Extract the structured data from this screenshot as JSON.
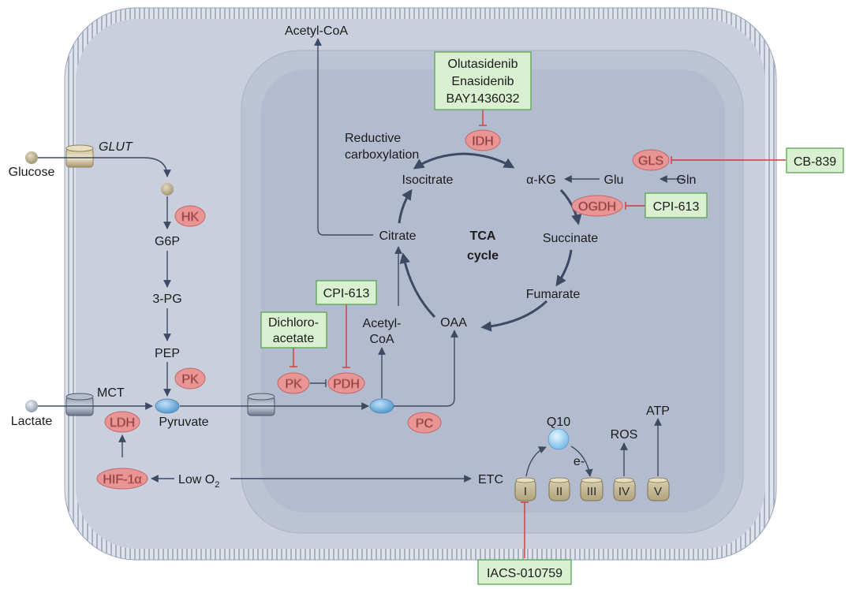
{
  "labels": {
    "glucose": "Glucose",
    "glut": "GLUT",
    "lactate": "Lactate",
    "mct": "MCT",
    "g6p": "G6P",
    "pg3": "3-PG",
    "pep": "PEP",
    "pyruvate": "Pyruvate",
    "low_o2_main": "Low O",
    "low_o2_sub": "2",
    "etc": "ETC",
    "acetyl_coa_top": "Acetyl-CoA",
    "acetyl_coa_l1": "Acetyl-",
    "acetyl_coa_l2": "CoA",
    "reductive_l1": "Reductive",
    "reductive_l2": "carboxylation",
    "isocitrate": "Isocitrate",
    "akg": "α-KG",
    "glu": "Glu",
    "gln": "Gln",
    "citrate": "Citrate",
    "tca_l1": "TCA",
    "tca_l2": "cycle",
    "succinate": "Succinate",
    "fumarate": "Fumarate",
    "oaa": "OAA",
    "q10": "Q10",
    "e_minus": "e-",
    "ros": "ROS",
    "atp": "ATP"
  },
  "enzymes": {
    "hk": "HK",
    "pk_glyc": "PK",
    "ldh": "LDH",
    "hif": "HIF-1α",
    "idh": "IDH",
    "gls": "GLS",
    "ogdh": "OGDH",
    "pk": "PK",
    "pdh": "PDH",
    "pc": "PC"
  },
  "inhibitors": {
    "idh_l1": "Olutasidenib",
    "idh_l2": "Enasidenib",
    "idh_l3": "BAY1436032",
    "gls": "CB-839",
    "ogdh": "CPI-613",
    "pdh": "CPI-613",
    "pk_l1": "Dichloro-",
    "pk_l2": "acetate",
    "complex1": "IACS-010759"
  },
  "complexes": [
    "I",
    "II",
    "III",
    "IV",
    "V"
  ],
  "colors": {
    "cell_fill": "#c9cfdd",
    "membrane": "#a3adc2",
    "mito_fill": "#b9c0d2",
    "enzyme_fill": "#e99595",
    "drug_fill": "#d9f0d1",
    "drug_border": "#5aa356",
    "inhibition": "#d23a3a",
    "arrow": "#3d4a63",
    "transporter": "#5d6780"
  }
}
